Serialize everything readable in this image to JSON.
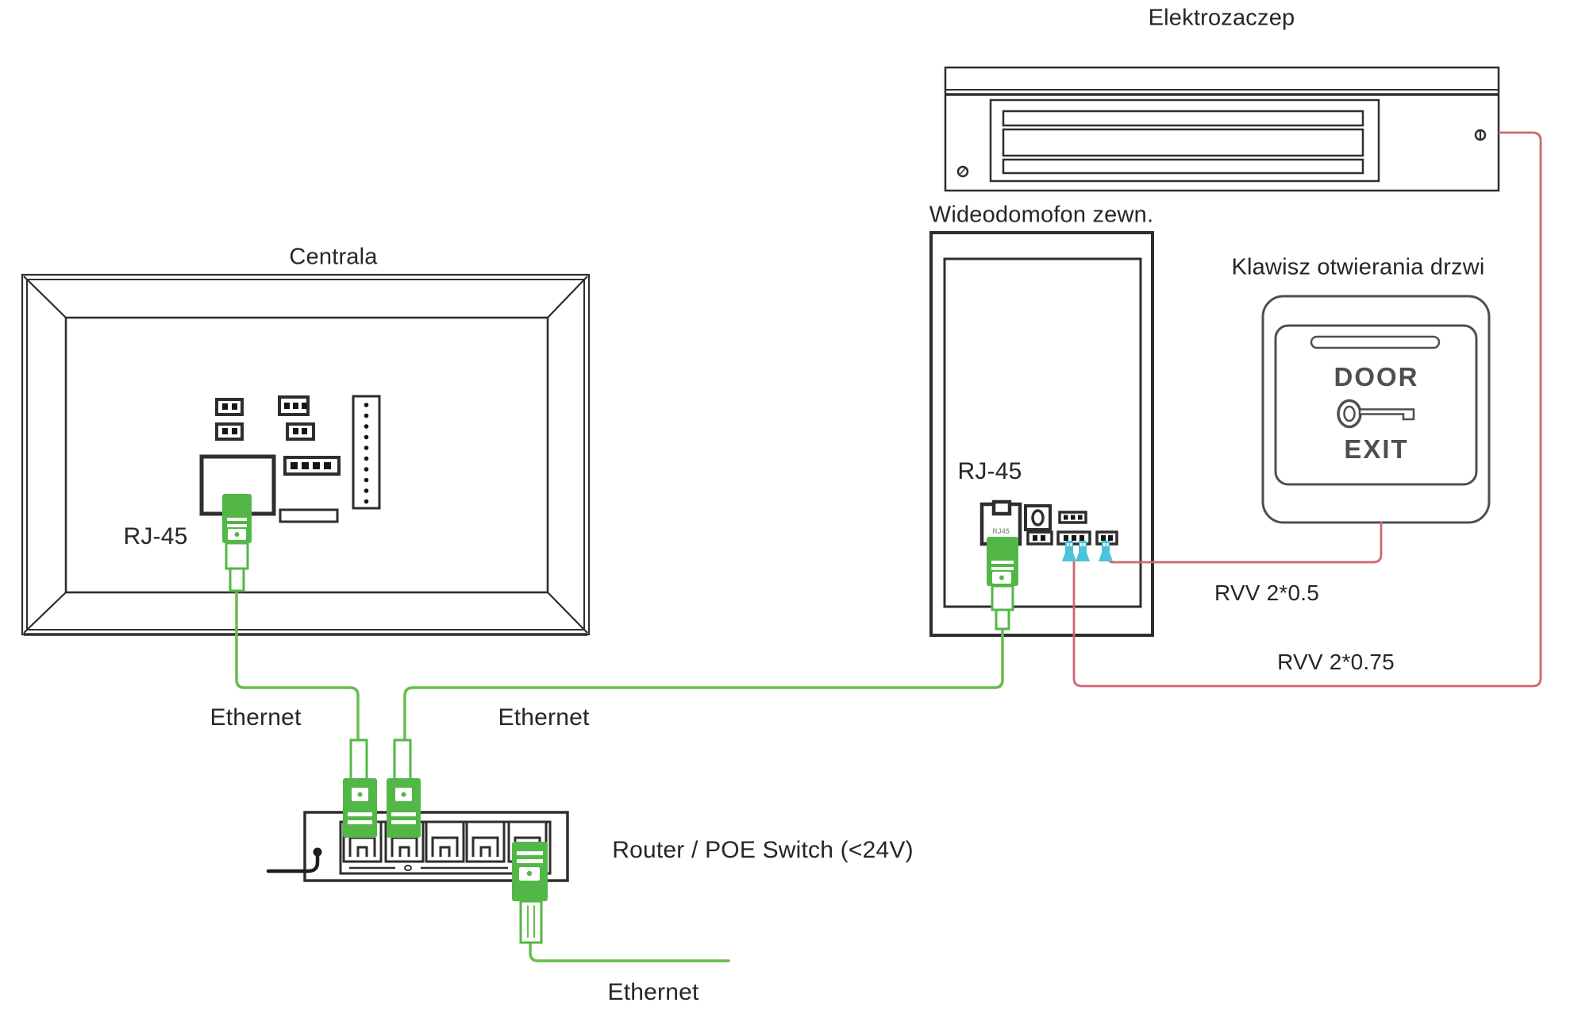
{
  "devices": {
    "centrala": {
      "title": "Centrala",
      "port_label": "RJ-45"
    },
    "wideodomofon": {
      "title": "Wideodomofon zewn.",
      "port_label": "RJ-45",
      "socket_text": "RJ45"
    },
    "elektrozaczep": {
      "title": "Elektrozaczep"
    },
    "door_button": {
      "title": "Klawisz otwierania drzwi",
      "door_text": "DOOR",
      "exit_text": "EXIT"
    },
    "router": {
      "title": "Router / POE Switch (<24V)"
    }
  },
  "cables": {
    "ethernet_centrala": "Ethernet",
    "ethernet_wideodomofon": "Ethernet",
    "ethernet_uplink": "Ethernet",
    "rvv_0_5": "RVV 2*0.5",
    "rvv_0_75": "RVV 2*0.75"
  },
  "colors": {
    "line_dark": "#2e2e2e",
    "text": "#262626",
    "cable_green": "#67bd4c",
    "plug_green": "#53b747",
    "cyan": "#4cc3d9",
    "wire_red": "#cf6570",
    "plate_gray": "#4f4f4f"
  }
}
